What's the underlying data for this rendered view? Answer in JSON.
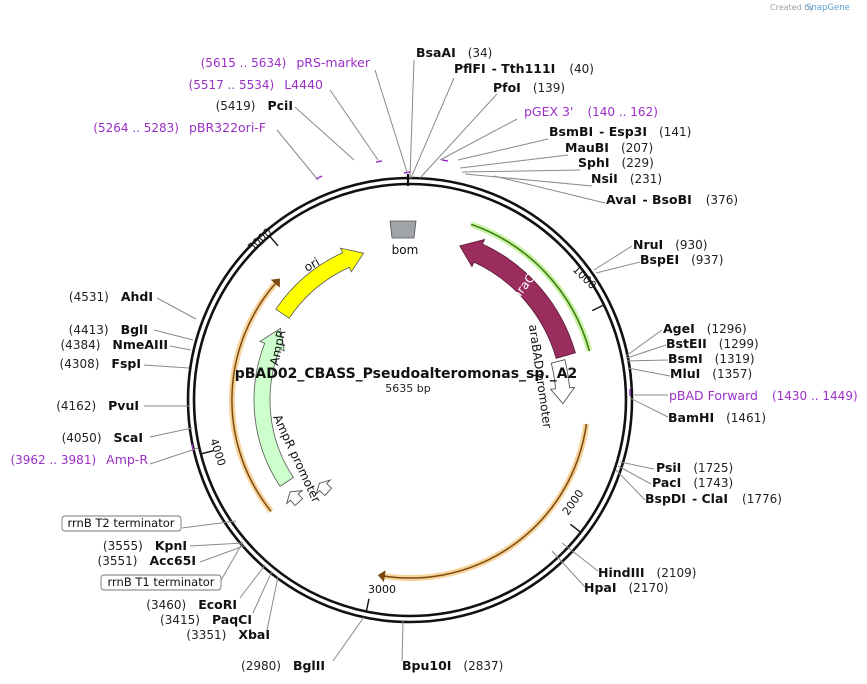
{
  "credit": {
    "prefix": "Created by",
    "brand": "SnapGene"
  },
  "plasmid": {
    "name": "pBAD02_CBASS_Pseudoalteromonas_sp._A2",
    "size_label": "5635 bp"
  },
  "ticks": [
    "1000",
    "2000",
    "3000",
    "4000",
    "5000"
  ],
  "features": {
    "araC": "araC",
    "araBAD_promoter": "araBAD promoter",
    "ori": "ori",
    "bom": "bom",
    "AmpR": "AmpR",
    "AmpR_promoter": "AmpR promoter"
  },
  "enzymes": [
    {
      "name": "BsaAI",
      "pos": "(34)"
    },
    {
      "name": "PflFI",
      "name2": "Tth111I",
      "pos": "(40)"
    },
    {
      "name": "PfoI",
      "pos": "(139)"
    },
    {
      "name": "BsmBI",
      "name2": "Esp3I",
      "pos": "(141)"
    },
    {
      "name": "MauBI",
      "pos": "(207)"
    },
    {
      "name": "SphI",
      "pos": "(229)"
    },
    {
      "name": "NsiI",
      "pos": "(231)"
    },
    {
      "name": "AvaI",
      "name2": "BsoBI",
      "pos": "(376)"
    },
    {
      "name": "NruI",
      "pos": "(930)"
    },
    {
      "name": "BspEI",
      "pos": "(937)"
    },
    {
      "name": "AgeI",
      "pos": "(1296)"
    },
    {
      "name": "BstEII",
      "pos": "(1299)"
    },
    {
      "name": "BsmI",
      "pos": "(1319)"
    },
    {
      "name": "MluI",
      "pos": "(1357)"
    },
    {
      "name": "BamHI",
      "pos": "(1461)"
    },
    {
      "name": "PsiI",
      "pos": "(1725)"
    },
    {
      "name": "PacI",
      "pos": "(1743)"
    },
    {
      "name": "BspDI",
      "name2": "ClaI",
      "pos": "(1776)"
    },
    {
      "name": "HindIII",
      "pos": "(2109)"
    },
    {
      "name": "HpaI",
      "pos": "(2170)"
    },
    {
      "name": "Bpu10I",
      "pos": "(2837)"
    },
    {
      "name": "BglII",
      "pos": "(2980)"
    },
    {
      "name": "XbaI",
      "pos": "(3351)"
    },
    {
      "name": "PaqCI",
      "pos": "(3415)"
    },
    {
      "name": "EcoRI",
      "pos": "(3460)"
    },
    {
      "name": "Acc65I",
      "pos": "(3551)"
    },
    {
      "name": "KpnI",
      "pos": "(3555)"
    },
    {
      "name": "ScaI",
      "pos": "(4050)"
    },
    {
      "name": "PvuI",
      "pos": "(4162)"
    },
    {
      "name": "FspI",
      "pos": "(4308)"
    },
    {
      "name": "NmeAIII",
      "pos": "(4384)"
    },
    {
      "name": "BglI",
      "pos": "(4413)"
    },
    {
      "name": "AhdI",
      "pos": "(4531)"
    },
    {
      "name": "PciI",
      "pos": "(5419)"
    }
  ],
  "primers": [
    {
      "name": "pRS-marker",
      "range": "(5615 .. 5634)"
    },
    {
      "name": "L4440",
      "range": "(5517 .. 5534)"
    },
    {
      "name": "pBR322ori-F",
      "range": "(5264 .. 5283)"
    },
    {
      "name": "pGEX 3'",
      "range": "(140 .. 162)"
    },
    {
      "name": "pBAD Forward",
      "range": "(1430 .. 1449)"
    },
    {
      "name": "Amp-R",
      "range": "(3962 .. 3981)"
    }
  ],
  "terminators": [
    "rrnB T2 terminator",
    "rrnB T1 terminator"
  ],
  "colors": {
    "araC": "#9b2d5e",
    "ori": "#ffff00",
    "AmpR": "#ccffcc",
    "bom": "#999999",
    "primer": "#9b30c8",
    "orf_outline": "#f5c98a"
  }
}
